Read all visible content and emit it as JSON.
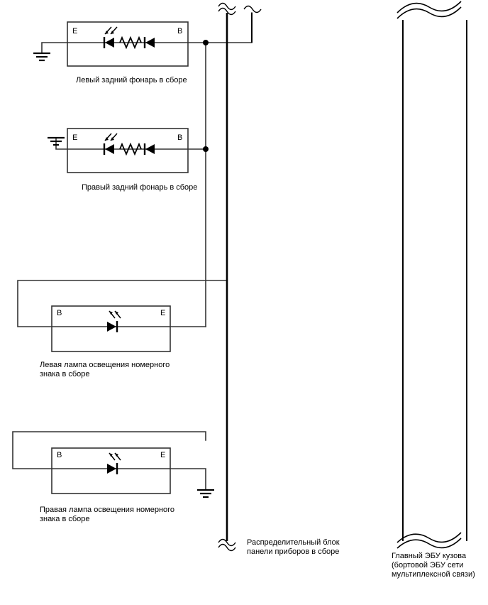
{
  "diagram": {
    "title": "Rear combination lamp and license plate lamp wiring diagram",
    "colors": {
      "wire": "#333333",
      "component_border": "#333333",
      "symbol": "#000000",
      "text": "#000000",
      "background": "#ffffff"
    },
    "components": [
      {
        "id": "left-rear-lamp",
        "label": "Левый задний фонарь в сборе",
        "terminal_left": "E",
        "terminal_right": "B",
        "symbols": [
          "led-diode",
          "resistor",
          "diode"
        ]
      },
      {
        "id": "right-rear-lamp",
        "label": "Правый задний фонарь в сборе",
        "terminal_left": "E",
        "terminal_right": "B",
        "symbols": [
          "led-diode",
          "resistor",
          "diode"
        ]
      },
      {
        "id": "left-license-plate-lamp",
        "label": "Левая лампа освещения номерного\nзнака в сборе",
        "terminal_left": "B",
        "terminal_right": "E",
        "symbols": [
          "led-diode"
        ]
      },
      {
        "id": "right-license-plate-lamp",
        "label": "Правая лампа освещения номерного\nзнака в сборе",
        "terminal_left": "B",
        "terminal_right": "E",
        "symbols": [
          "led-diode"
        ]
      }
    ],
    "connectors": [
      {
        "id": "junction-block",
        "label": "Распределительный блок\nпанели приборов в сборе",
        "style": "narrow-bus-with-wave-breaks"
      },
      {
        "id": "main-body-ecu",
        "label": "Главный ЭБУ кузова\n(бортовой ЭБУ сети\nмультиплексной связи)",
        "style": "wide-bus-with-wave-breaks"
      }
    ],
    "grounds": [
      {
        "id": "ground-left-rear-lamp"
      },
      {
        "id": "ground-right-rear-lamp"
      },
      {
        "id": "ground-right-license-plate-lamp"
      }
    ]
  }
}
